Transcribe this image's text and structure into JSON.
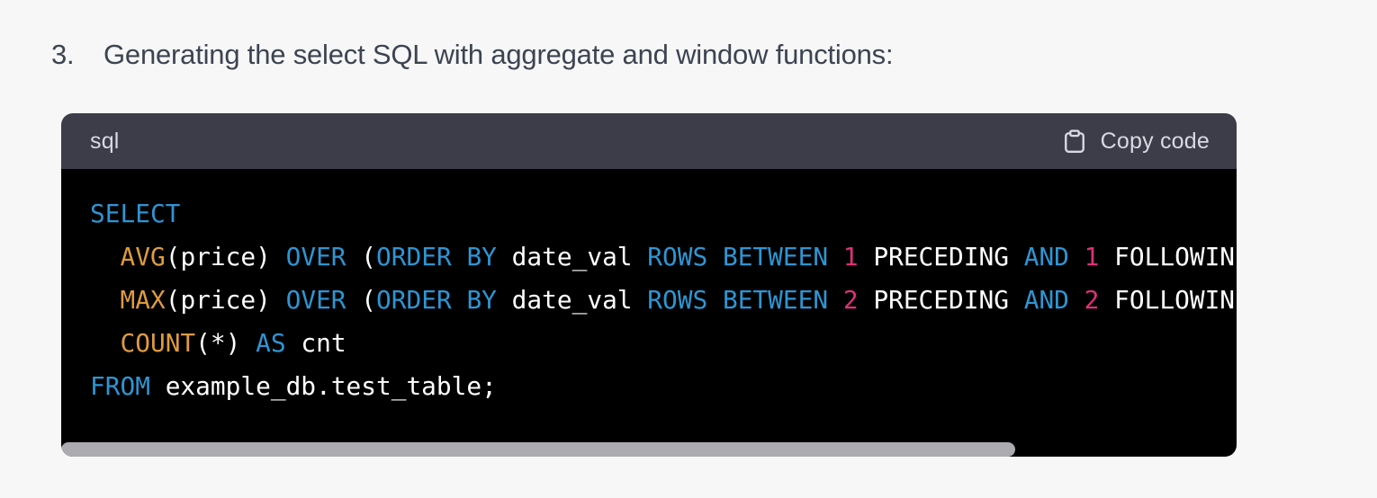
{
  "heading": {
    "number": "3.",
    "text": "Generating the select SQL with aggregate and window functions:"
  },
  "code_block": {
    "language_label": "sql",
    "copy_button_label": "Copy code",
    "copy_button_icon": "clipboard-icon",
    "has_horizontal_scrollbar": true,
    "colors": {
      "page_background": "#f7f7f8",
      "heading_text": "#3d4451",
      "header_background": "#3c3d49",
      "header_text": "#d9d9e3",
      "code_background": "#000000",
      "token_plain": "#ffffff",
      "token_keyword": "#2e95d3",
      "token_builtin": "#de9b3f",
      "token_number": "#df3079",
      "scrollbar_thumb": "#ababb0"
    },
    "code_lines": [
      {
        "tokens": [
          {
            "text": "SELECT",
            "type": "keyword"
          }
        ]
      },
      {
        "tokens": [
          {
            "text": "  ",
            "type": "plain"
          },
          {
            "text": "AVG",
            "type": "builtin"
          },
          {
            "text": "(price) ",
            "type": "plain"
          },
          {
            "text": "OVER",
            "type": "keyword"
          },
          {
            "text": " (",
            "type": "plain"
          },
          {
            "text": "ORDER BY",
            "type": "keyword"
          },
          {
            "text": " date_val ",
            "type": "plain"
          },
          {
            "text": "ROWS BETWEEN",
            "type": "keyword"
          },
          {
            "text": " ",
            "type": "plain"
          },
          {
            "text": "1",
            "type": "number"
          },
          {
            "text": " PRECEDING ",
            "type": "plain"
          },
          {
            "text": "AND",
            "type": "keyword"
          },
          {
            "text": " ",
            "type": "plain"
          },
          {
            "text": "1",
            "type": "number"
          },
          {
            "text": " FOLLOWIN",
            "type": "plain"
          }
        ]
      },
      {
        "tokens": [
          {
            "text": "  ",
            "type": "plain"
          },
          {
            "text": "MAX",
            "type": "builtin"
          },
          {
            "text": "(price) ",
            "type": "plain"
          },
          {
            "text": "OVER",
            "type": "keyword"
          },
          {
            "text": " (",
            "type": "plain"
          },
          {
            "text": "ORDER BY",
            "type": "keyword"
          },
          {
            "text": " date_val ",
            "type": "plain"
          },
          {
            "text": "ROWS BETWEEN",
            "type": "keyword"
          },
          {
            "text": " ",
            "type": "plain"
          },
          {
            "text": "2",
            "type": "number"
          },
          {
            "text": " PRECEDING ",
            "type": "plain"
          },
          {
            "text": "AND",
            "type": "keyword"
          },
          {
            "text": " ",
            "type": "plain"
          },
          {
            "text": "2",
            "type": "number"
          },
          {
            "text": " FOLLOWIN",
            "type": "plain"
          }
        ]
      },
      {
        "tokens": [
          {
            "text": "  ",
            "type": "plain"
          },
          {
            "text": "COUNT",
            "type": "builtin"
          },
          {
            "text": "(*) ",
            "type": "plain"
          },
          {
            "text": "AS",
            "type": "keyword"
          },
          {
            "text": " cnt",
            "type": "plain"
          }
        ]
      },
      {
        "tokens": [
          {
            "text": "FROM",
            "type": "keyword"
          },
          {
            "text": " example_db.test_table;",
            "type": "plain"
          }
        ]
      }
    ]
  }
}
